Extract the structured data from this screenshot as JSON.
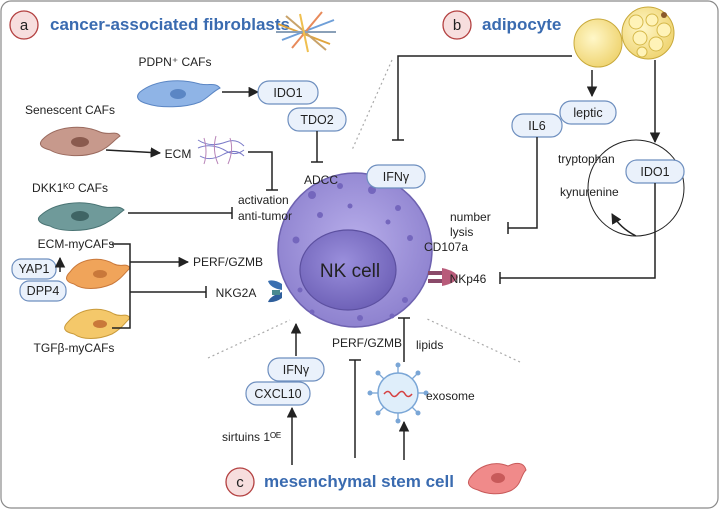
{
  "sections": {
    "a": {
      "letter": "a",
      "title": "cancer-associated fibroblasts"
    },
    "b": {
      "letter": "b",
      "title": "adipocyte"
    },
    "c": {
      "letter": "c",
      "title": "mesenchymal stem cell"
    }
  },
  "center": {
    "label": "NK cell"
  },
  "cells": {
    "pdpn": "PDPN⁺ CAFs",
    "senescent": "Senescent CAFs",
    "dkk1": "DKK1ᴷᴼ CAFs",
    "ecm_mycafs": "ECM-myCAFs",
    "tgfb_mycafs": "TGFβ-myCAFs"
  },
  "pills": {
    "ido1_a": "IDO1",
    "tdo2": "TDO2",
    "ifng_top": "IFNγ",
    "il6": "IL6",
    "leptic": "leptic",
    "ido1_b": "IDO1",
    "yap1": "YAP1",
    "dpp4": "DPP4",
    "ifng_bottom": "IFNγ",
    "cxcl10": "CXCL10"
  },
  "labels": {
    "ecm": "ECM",
    "adcc": "ADCC",
    "activation": "activation",
    "anti_tumor": "anti-tumor",
    "perf_gzmb_left": "PERF/GZMB",
    "nkg2a": "NKG2A",
    "tryptophan": "tryptophan",
    "kynurenine": "kynurenine",
    "number": "number",
    "lysis": "lysis",
    "cd107a": "CD107a",
    "nkp46": "NKp46",
    "perf_gzmb_bottom": "PERF/GZMB",
    "lipids": "lipids",
    "exosome": "exosome",
    "sirtuins": "sirtuins 1ᴼᴱ"
  },
  "colors": {
    "section_title": "#3a6bb0",
    "nk_outer": "#9b8fd6",
    "nk_nucleus": "#7d6fc4",
    "pill_fill": "#eaf1fb",
    "pill_stroke": "#6e8fbf"
  }
}
